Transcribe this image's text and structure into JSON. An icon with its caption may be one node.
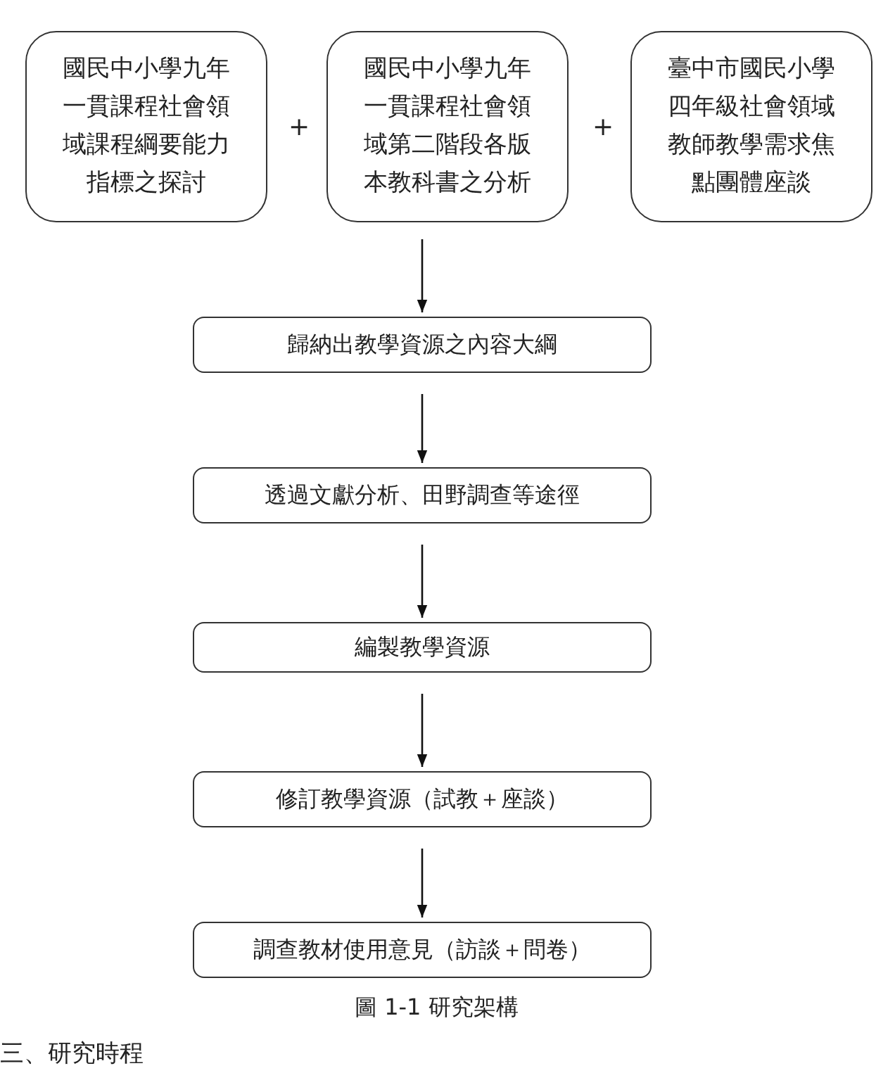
{
  "diagram": {
    "caption": "圖 1-1 研究架構",
    "nodes": [
      {
        "text": [
          "國民中小學九年一貫課程社會領域課程綱要能力指標之探討"
        ]
      },
      {
        "text": [
          "國民中小學九年一貫課程社會領域第二階段各版本教科書之分析"
        ]
      },
      {
        "text": [
          "臺中市國民小學四年級社會領域教師教學需求焦點團體座談"
        ]
      },
      {
        "text": [
          "歸納出教學資源之內容大綱"
        ]
      },
      {
        "text": [
          "透過文獻分析、田野調查等途徑"
        ]
      },
      {
        "text": [
          "編製教學資源"
        ]
      },
      {
        "text": [
          "修訂教學資源（試教＋座談）"
        ]
      },
      {
        "text": [
          "調查教材使用意見（訪談＋問卷）"
        ]
      }
    ],
    "edges": [
      {
        "from": 1,
        "to": 3,
        "arrow": "to"
      },
      {
        "from": 3,
        "to": 4,
        "arrow": "to"
      },
      {
        "from": 4,
        "to": 5,
        "arrow": "to"
      },
      {
        "from": 5,
        "to": 6,
        "arrow": "to"
      },
      {
        "from": 6,
        "to": 7,
        "arrow": "to"
      }
    ],
    "labels": [
      "+",
      "+",
      "三、研究時程"
    ]
  }
}
